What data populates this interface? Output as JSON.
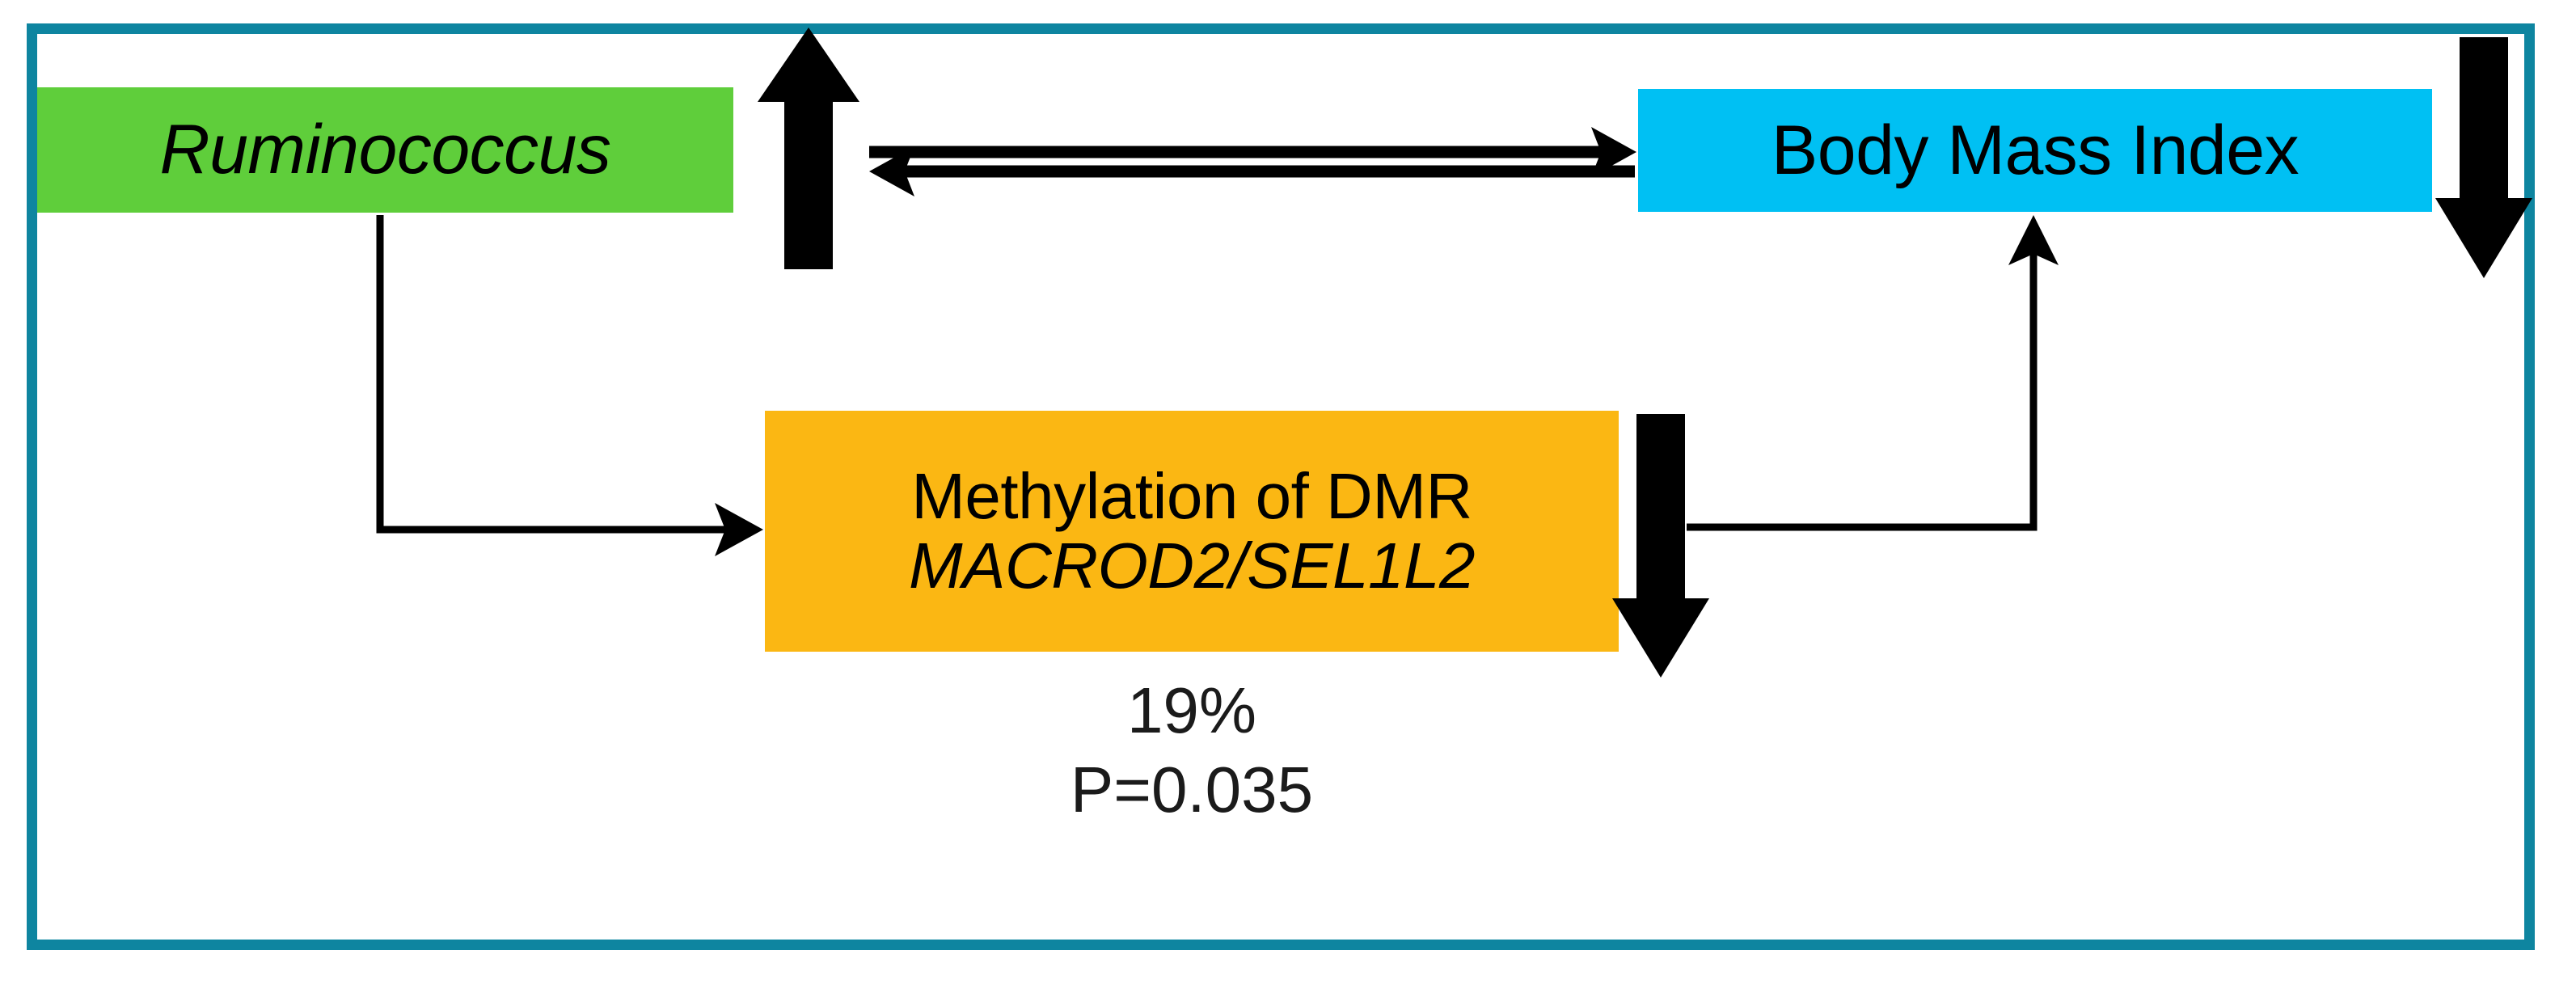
{
  "figure": {
    "type": "pathway-diagram",
    "frame_color": "#0E85A0",
    "background": "#ffffff"
  },
  "nodes": {
    "ruminococcus": {
      "label": "Ruminococcus",
      "color": "#5FCE3B",
      "style": "italic",
      "direction_marker": "up-arrow"
    },
    "bmi": {
      "label": "Body Mass Index",
      "color": "#00C0F3",
      "style": "normal",
      "direction_marker": "down-arrow"
    },
    "methylation": {
      "line1": "Methylation of DMR",
      "line2": "MACROD2/SEL1L2",
      "color": "#FBB713",
      "style_line1": "normal",
      "style_line2": "italic",
      "direction_marker": "down-arrow"
    }
  },
  "stats": {
    "effect": "19%",
    "pvalue": "P=0.035"
  },
  "markers": {
    "ruminococcus_change": "up",
    "bmi_change": "down",
    "methylation_change": "down"
  },
  "edges": [
    {
      "id": "rumino-to-bmi",
      "from": "ruminococcus",
      "to": "bmi",
      "direction": "right",
      "style": "solid-thin-arrow"
    },
    {
      "id": "bmi-to-rumino",
      "from": "bmi",
      "to": "ruminococcus",
      "direction": "left",
      "style": "solid-thin-arrow"
    },
    {
      "id": "rumino-to-methylation",
      "from": "ruminococcus",
      "to": "methylation",
      "direction": "elbow-down-right",
      "style": "solid-thin-arrow"
    },
    {
      "id": "methylation-to-bmi",
      "from": "methylation",
      "to": "bmi",
      "direction": "elbow-right-up",
      "style": "solid-thin-arrow"
    }
  ]
}
